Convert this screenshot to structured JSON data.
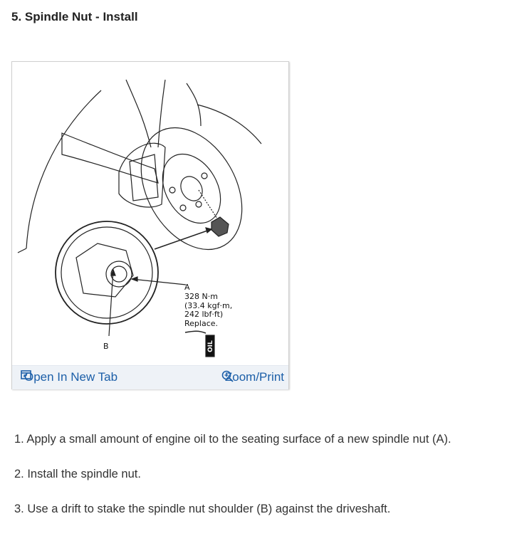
{
  "page": {
    "title": "5. Spindle Nut - Install"
  },
  "figure": {
    "callouts": {
      "a_label": "A",
      "a_torque_line1": "328 N·m",
      "a_torque_line2": "(33.4 kgf·m,",
      "a_torque_line3": "242 lbf·ft)",
      "a_note": "Replace.",
      "b_label": "B",
      "oil_tag": "OIL"
    },
    "toolbar": {
      "open_new_tab_label": "Open In New Tab",
      "zoom_print_label": "Zoom/Print"
    }
  },
  "colors": {
    "link": "#1c5fa8",
    "toolbar_bg": "#eef2f7"
  },
  "steps": [
    {
      "text": "1. Apply a small amount of engine oil to the seating surface of a new spindle nut (A)."
    },
    {
      "text": "2. Install the spindle nut."
    },
    {
      "text": "3. Use a drift to stake the spindle nut shoulder (B) against the driveshaft."
    }
  ]
}
